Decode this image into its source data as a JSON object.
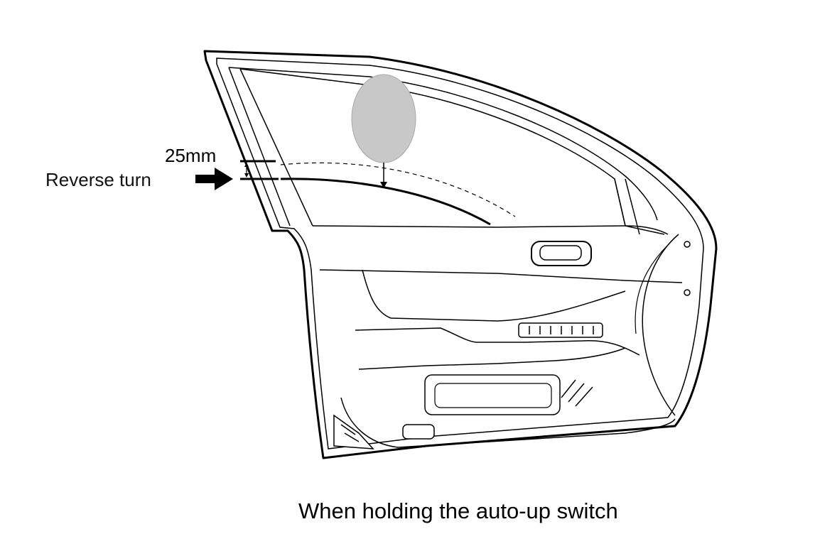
{
  "figure": {
    "dimension_label": "25mm",
    "reverse_label": "Reverse turn",
    "caption": "When holding the auto-up switch"
  },
  "colors": {
    "line": "#000000",
    "obstacle_fill": "#c8c8c8",
    "background": "#ffffff"
  },
  "icons": {
    "arrow": "right-arrow-icon",
    "obstacle": "object-ellipse"
  }
}
